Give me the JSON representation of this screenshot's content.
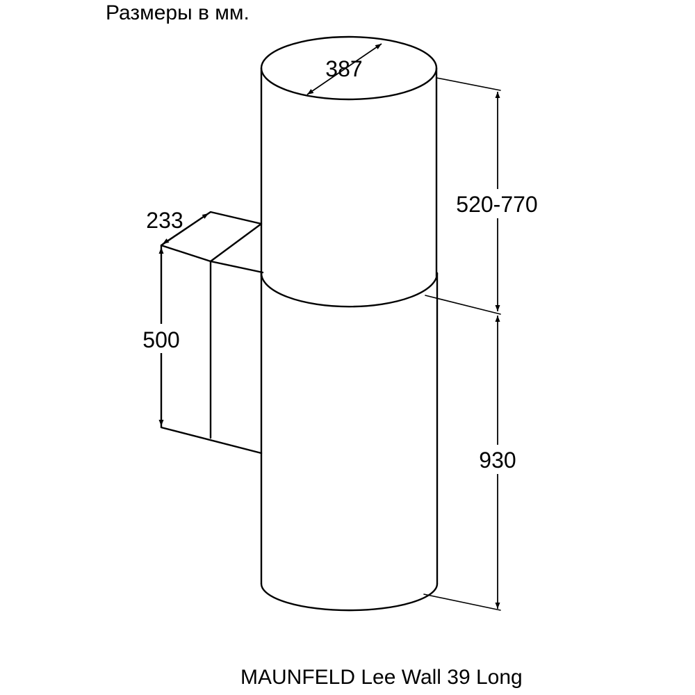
{
  "header": {
    "units_note": "Размеры в мм."
  },
  "footer": {
    "model_name": "MAUNFELD Lee Wall 39 Long"
  },
  "dimensions": {
    "diameter": "387",
    "upper_height": "520-770",
    "lower_height": "930",
    "mount_depth": "233",
    "mount_height": "500"
  }
}
